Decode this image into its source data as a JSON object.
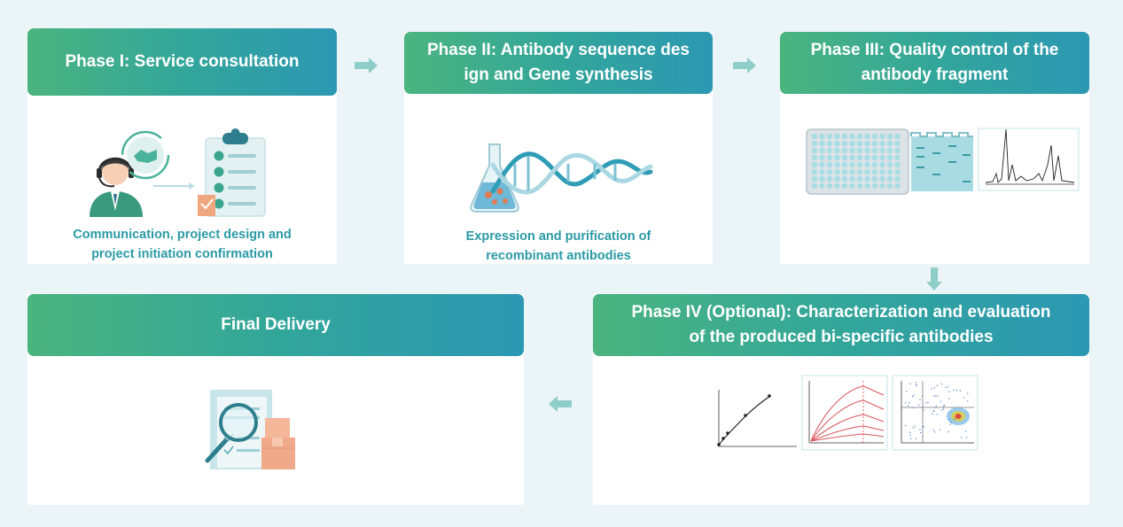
{
  "colors": {
    "header_gradient": [
      "#4bb47f",
      "#33a69a",
      "#2c98b3"
    ],
    "caption": "#2b9aa6",
    "arrow": "#8fcdc8",
    "background": "#ebf4f6"
  },
  "phases": [
    {
      "title": "Phase I: Service consultation",
      "caption_lines": [
        "Communication, project design and",
        "project initiation confirmation"
      ],
      "icons": [
        "customer-service-agent-icon",
        "handshake-icon",
        "checklist-clipboard-icon"
      ]
    },
    {
      "title_lines": [
        "Phase II: Antibody sequence des",
        "ign and Gene synthesis"
      ],
      "caption_lines": [
        "Expression and purification of",
        "recombinant antibodies"
      ],
      "icons": [
        "flask-icon",
        "dna-helix-icon"
      ]
    },
    {
      "title_lines": [
        "Phase III: Quality control of the",
        "antibody fragment"
      ],
      "icons": [
        "well-plate-icon",
        "gel-electrophoresis-icon",
        "chromatogram-icon"
      ]
    },
    {
      "title_lines": [
        "Phase IV (Optional): Characterization and evaluation",
        "of the produced bi-specific antibodies"
      ],
      "icons": [
        "dose-response-curve-icon",
        "binding-kinetics-chart-icon",
        "flow-cytometry-plot-icon"
      ]
    },
    {
      "title": "Final Delivery",
      "icons": [
        "document-magnifier-icon",
        "package-boxes-icon"
      ]
    }
  ],
  "flow_arrows": [
    "right",
    "right",
    "down",
    "left"
  ]
}
